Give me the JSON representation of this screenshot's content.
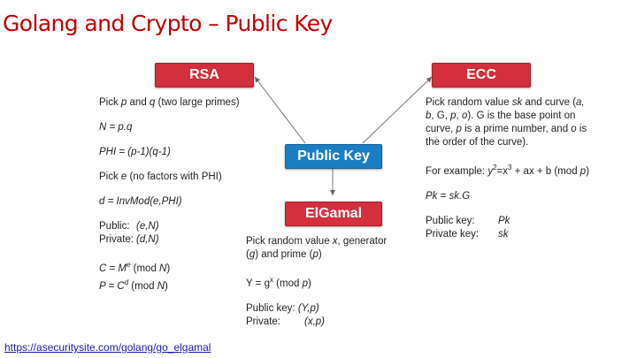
{
  "title": "Golang and Crypto – Public Key",
  "boxes": {
    "rsa": "RSA",
    "ecc": "ECC",
    "public_key": "Public Key",
    "elgamal": "ElGamal"
  },
  "rsa_text": {
    "l1a": "Pick ",
    "l1b": "p",
    "l1c": " and ",
    "l1d": "q",
    "l1e": " (two large primes)",
    "l2": "N = p.q",
    "l3": "PHI = (p-1)(q-1)",
    "l4a": "Pick ",
    "l4b": "e",
    "l4c": " (no factors with PHI)",
    "l5": "d = InvMod(e,PHI)",
    "pub_label": "Public:",
    "pub_val": "(e,N)",
    "priv_label": "Private:",
    "priv_val": "(d,N)",
    "enc_a": "C = M",
    "enc_sup": "e",
    "enc_b": " (mod ",
    "enc_n": "N",
    "enc_c": ")",
    "dec_a": "P = C",
    "dec_sup": "d",
    "dec_b": " (mod ",
    "dec_n": "N",
    "dec_c": ")"
  },
  "ecc_text": {
    "l1a": "Pick random value ",
    "l1b": "sk",
    "l1c": " and curve (",
    "l1d": "a,",
    "l2a": "b",
    "l2b": ", G, ",
    "l2c": "p",
    "l2d": ", ",
    "l2e": "o",
    "l2f": "). G is the base point on",
    "l3a": "curve, ",
    "l3b": "p",
    "l3c": " is a prime number, and ",
    "l3d": "o",
    "l3e": " is",
    "l4": "the order of the curve).",
    "ex_a": "For example: ",
    "ex_b": "y",
    "ex_sup1": "2",
    "ex_c": "=x",
    "ex_sup2": "3",
    "ex_d": " + ax + b (mod ",
    "ex_e": "p",
    "ex_f": ")",
    "pk": "Pk = sk.G",
    "pub_label": "Public key:",
    "pub_val": "Pk",
    "priv_label": "Private key:",
    "priv_val": "sk"
  },
  "elgamal_text": {
    "l1a": "Pick random value ",
    "l1b": "x",
    "l1c": ", generator",
    "l2a": "(",
    "l2b": "g",
    "l2c": ") and prime (",
    "l2d": "p",
    "l2e": ")",
    "y_a": "Y = g",
    "y_sup": "x",
    "y_b": " (mod ",
    "y_c": "p",
    "y_d": ")",
    "pub_label": "Public key: ",
    "pub_val": "(Y,p)",
    "priv_label": "Private:",
    "priv_val": "(x,p)"
  },
  "link": "https://asecuritysite.com/golang/go_elgamal",
  "colors": {
    "title": "#c00000",
    "red_box": "#d32f3d",
    "blue_box": "#1b7ec2",
    "link": "#1a1aa6"
  }
}
